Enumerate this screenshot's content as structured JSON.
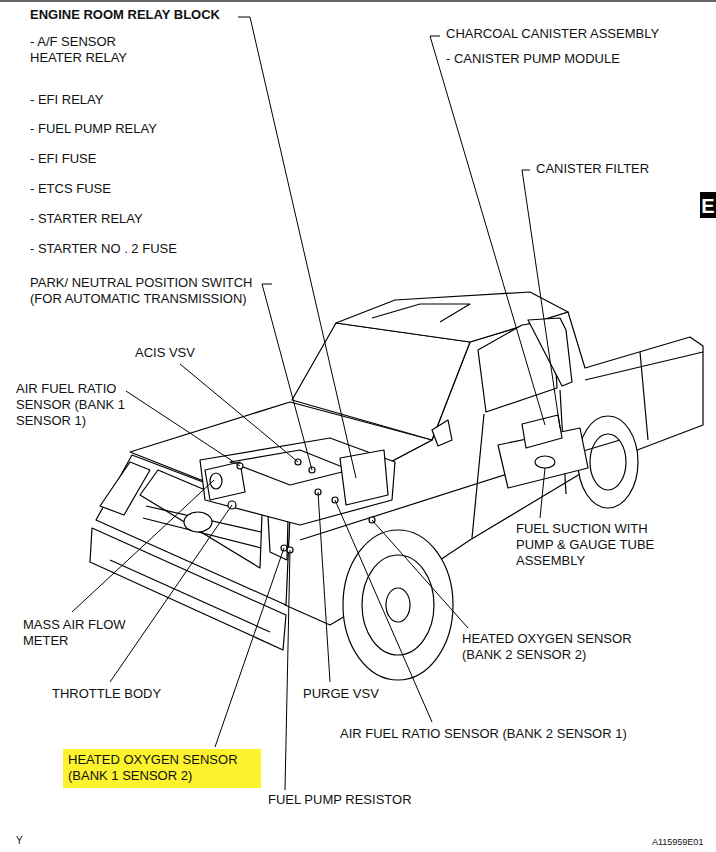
{
  "diagram": {
    "nodes": [
      {
        "text": [
          "E"
        ]
      },
      {
        "text": [
          "HEATED OXYGEN SENSOR (BANK 1 SENSOR 2)"
        ]
      }
    ],
    "labels": [
      "ENGINE ROOM RELAY BLOCK",
      "- A/F SENSOR HEATER RELAY",
      "- EFI RELAY",
      "- FUEL PUMP RELAY",
      "- EFI FUSE",
      "- ETCS FUSE",
      "- STARTER RELAY",
      "- STARTER NO . 2 FUSE",
      "CHARCOAL CANISTER ASSEMBLY",
      "- CANISTER PUMP MODULE",
      "CANISTER FILTER",
      "PARK/ NEUTRAL POSITION SWITCH (FOR AUTOMATIC TRANSMISSION)",
      "ACIS VSV",
      "AIR FUEL RATIO SENSOR (BANK 1 SENSOR 1)",
      "FUEL SUCTION WITH PUMP & GAUGE TUBE ASSEMBLY",
      "MASS AIR FLOW METER",
      "HEATED OXYGEN SENSOR (BANK 2 SENSOR 2)",
      "THROTTLE BODY",
      "PURGE VSV",
      "AIR FUEL RATIO SENSOR (BANK 2 SENSOR 1)",
      "FUEL PUMP RESISTOR",
      "Y",
      "A115959E01"
    ]
  }
}
